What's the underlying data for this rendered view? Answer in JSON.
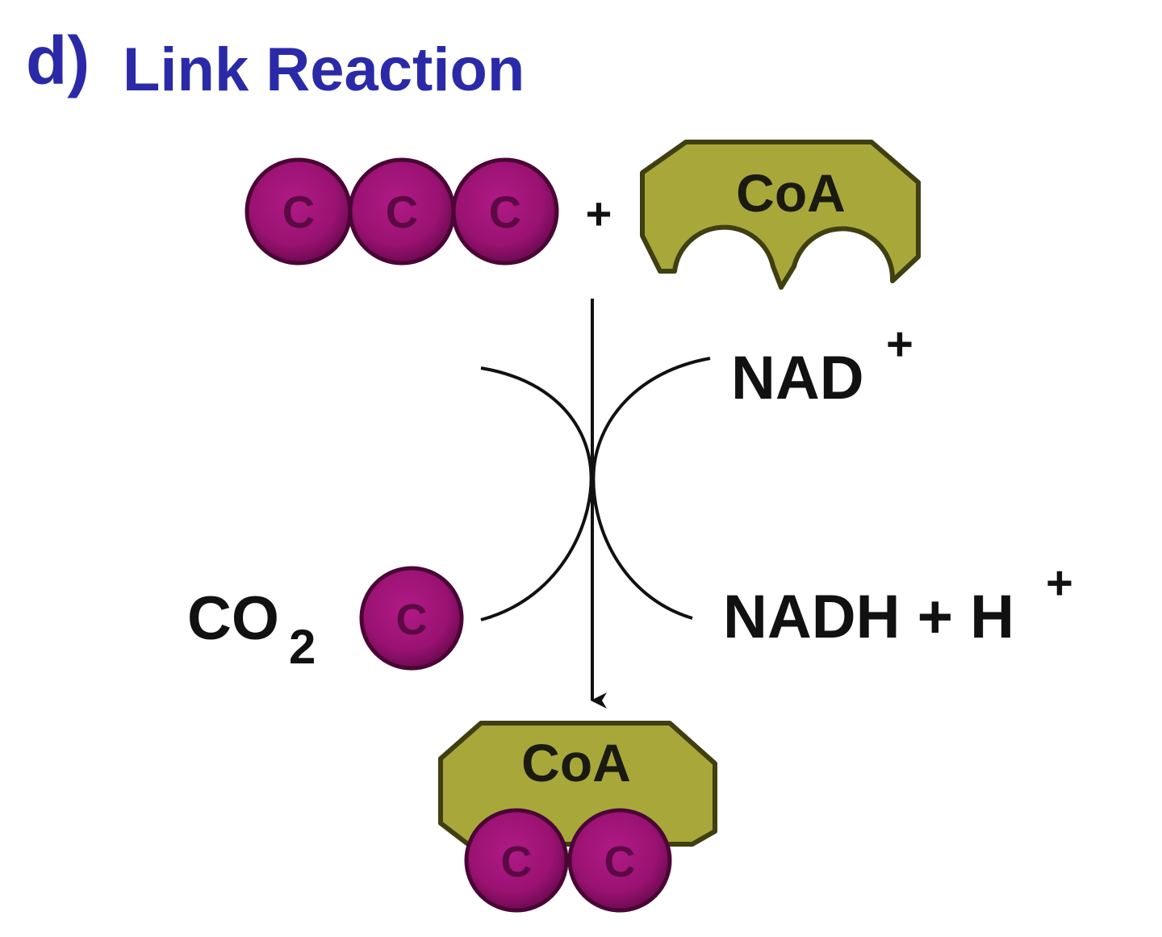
{
  "title": {
    "prefix": "d)",
    "text": "Link Reaction"
  },
  "reactants": {
    "pyruvate_atoms": [
      "C",
      "C",
      "C"
    ],
    "plus": "+",
    "coenzyme_label": "CoA"
  },
  "cofactor_in": {
    "text": "NAD",
    "superscript": "+"
  },
  "byproduct": {
    "formula": "CO",
    "subscript": "2",
    "atom": "C"
  },
  "cofactor_out": {
    "text": "NADH + H",
    "superscript": "+"
  },
  "product": {
    "coenzyme_label": "CoA",
    "acetyl_atoms": [
      "C",
      "C"
    ]
  },
  "colors": {
    "title": "#2a2aa8",
    "carbon_atom": "#9a1272",
    "coenzyme": "#a8a83a",
    "arrow": "#111111"
  }
}
